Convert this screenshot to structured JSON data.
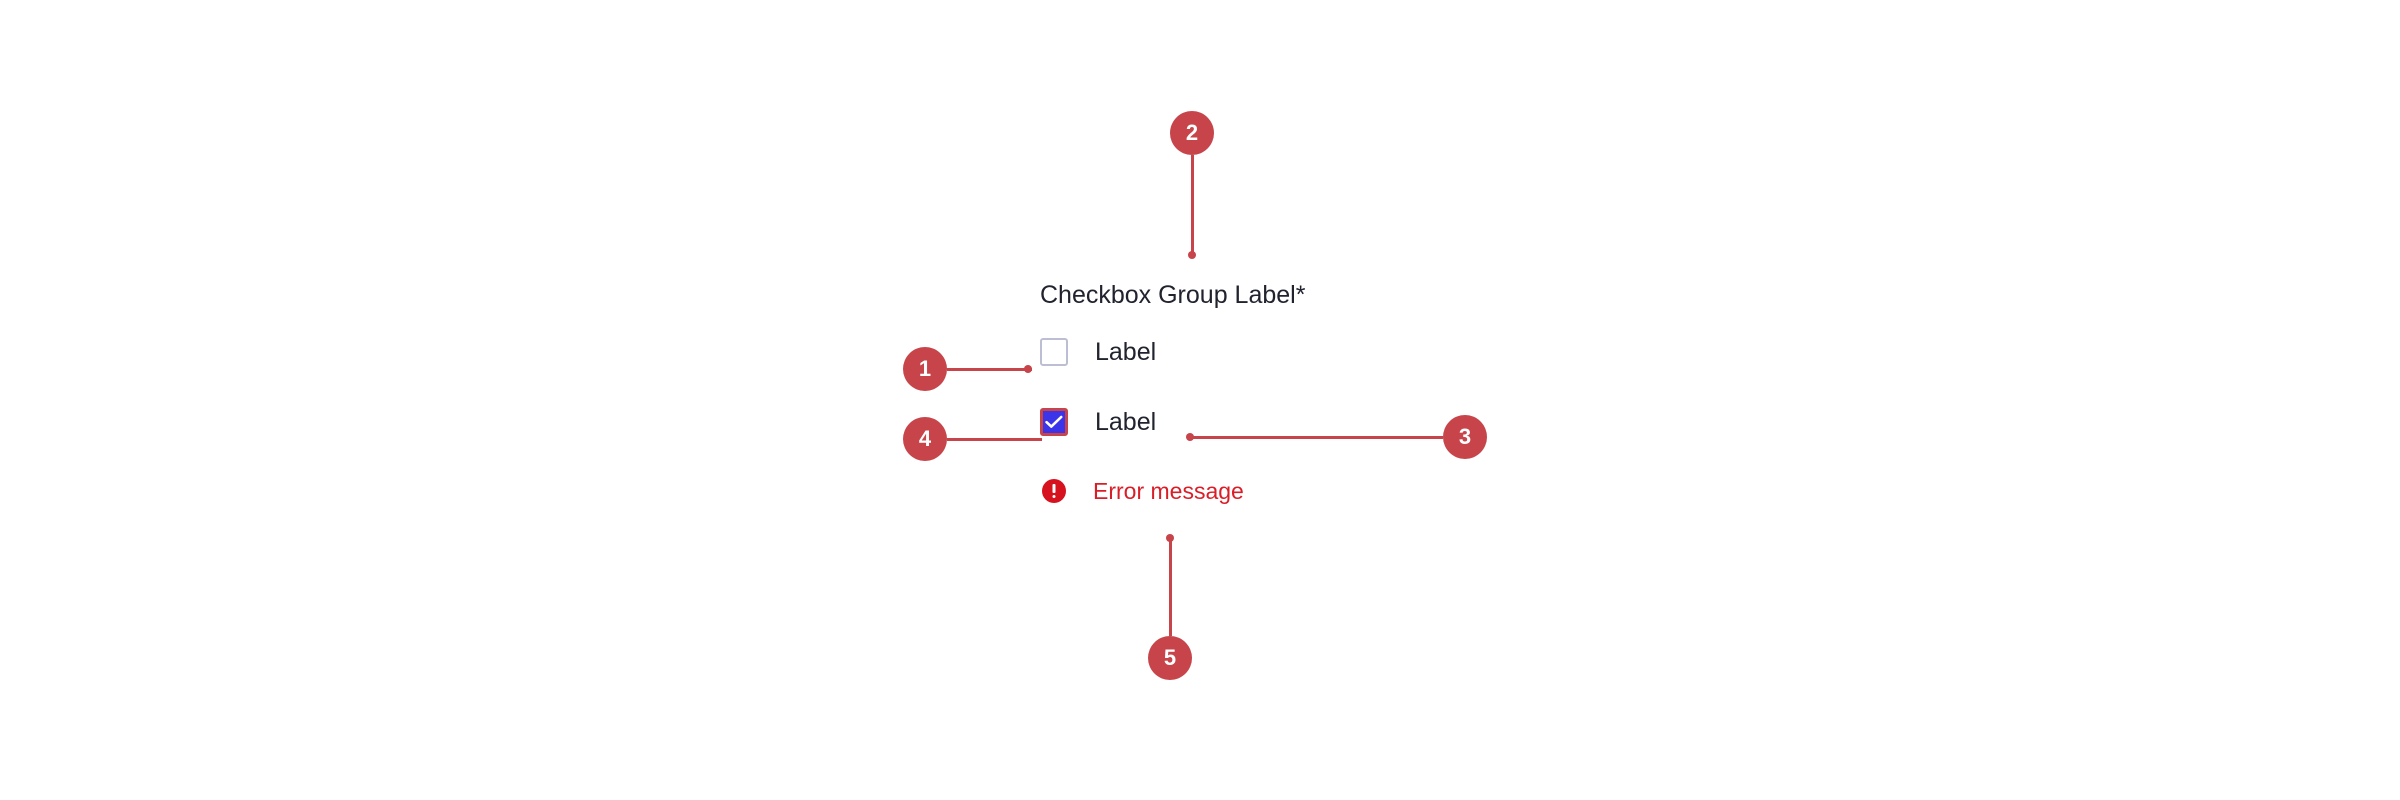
{
  "component": {
    "name": "checkbox-group",
    "group_label": "Checkbox Group Label*",
    "required_marker": "*",
    "options": [
      {
        "label": "Label",
        "checked": false,
        "state": "unchecked"
      },
      {
        "label": "Label",
        "checked": true,
        "state": "checked-error"
      }
    ],
    "error": {
      "icon": "error-filled-icon",
      "message": "Error message"
    }
  },
  "annotations": {
    "badges": [
      {
        "number": "1",
        "target": "unchecked-checkbox-box"
      },
      {
        "number": "2",
        "target": "checkbox-group-label"
      },
      {
        "number": "3",
        "target": "checkbox-item-label"
      },
      {
        "number": "4",
        "target": "checked-checkbox-box"
      },
      {
        "number": "5",
        "target": "error-message"
      }
    ]
  },
  "colors": {
    "annotation_red": "#c6444a",
    "error_red": "#da1e28",
    "error_icon_red": "#d6121f",
    "checkbox_fill_blue": "#3b34e8",
    "checkbox_border_unchecked": "#bcbfd4",
    "checkbox_border_error": "#c6444a",
    "text_dark": "#21232e",
    "background": "#ffffff"
  }
}
